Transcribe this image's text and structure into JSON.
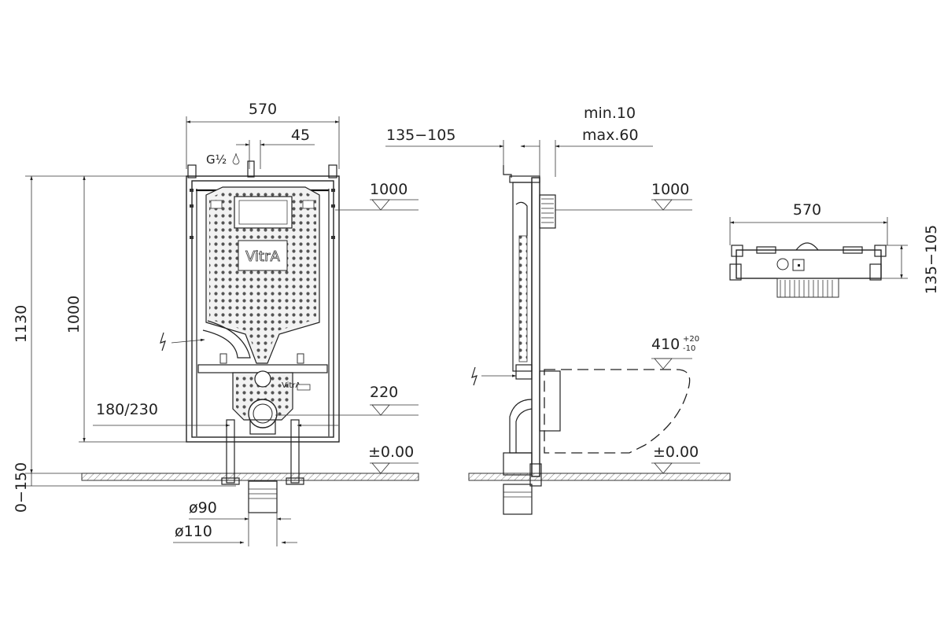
{
  "front_view": {
    "width_570": "570",
    "offset_45": "45",
    "thread_label": "G½",
    "height_1130": "1130",
    "height_1000": "1000",
    "height_150": "0−150",
    "level_1000": "1000",
    "level_220": "220",
    "level_000": "±0.00",
    "width_180_230": "180/230",
    "dia_90": "ø90",
    "dia_110": "ø110",
    "brand": "VitrA",
    "small_brand": "VitrA"
  },
  "side_view": {
    "depth_135_105": "135−105",
    "min_label": "min.10",
    "max_label": "max.60",
    "level_1000": "1000",
    "level_410": "410",
    "level_410_tol_plus": "+20",
    "level_410_tol_minus": "-10",
    "level_000": "±0.00"
  },
  "top_view": {
    "width_570": "570",
    "depth_135_105": "135−105"
  }
}
